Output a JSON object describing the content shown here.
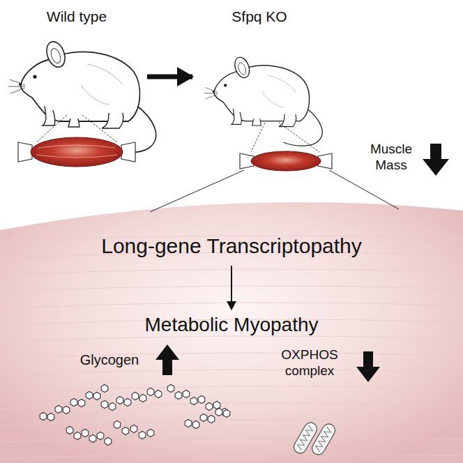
{
  "diagram": {
    "nodes": [
      {
        "text": [
          "Wild type"
        ]
      },
      {
        "text": [
          "Sfpq KO"
        ]
      },
      {
        "text": [
          "Long-gene Transcriptopathy"
        ]
      },
      {
        "text": [
          "Metabolic Myopathy"
        ]
      }
    ],
    "edges": [
      {
        "from": 0,
        "to": 1,
        "arrow": "to"
      },
      {
        "from": 2,
        "to": 3,
        "arrow": "to"
      }
    ],
    "labels": [
      "Muscle Mass",
      "Glycogen",
      "OXPHOS complex"
    ]
  }
}
